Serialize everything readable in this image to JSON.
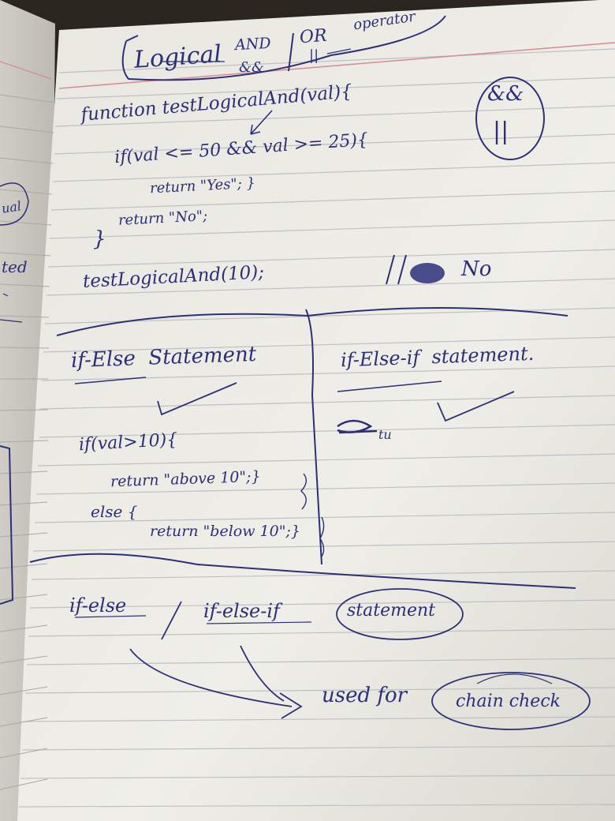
{
  "notebook": {
    "title": {
      "logical": "Logical",
      "and": "AND",
      "or": "OR",
      "operator": "operator",
      "and_symbol": "&&",
      "or_symbol": "||"
    },
    "side_circle": {
      "and_symbol": "&&",
      "or_symbol": "||"
    },
    "code_block_1": {
      "line1": "function testLogicalAnd(val){",
      "line2": "if(val <= 50 && val >= 25){",
      "line3": "return \"Yes\"; }",
      "line4": "return \"No\";",
      "line5": "}",
      "call": "testLogicalAnd(10);",
      "comment_slashes": "//",
      "comment_result": "No"
    },
    "left_section": {
      "heading": "if-Else  Statement",
      "line1": "if(val>10){",
      "line2": "return \"above 10\";}",
      "line3": "else {",
      "line4": "return \"below 10\";}"
    },
    "right_section": {
      "heading": "if-Else-if  statement.",
      "scribble_tail": "tu"
    },
    "bottom_section": {
      "if_else": "if-else",
      "slash": "/",
      "if_else_if": "if-else-if",
      "statement": "statement",
      "used_for": "used for",
      "chain_check": "chain check"
    },
    "left_page_fragments": {
      "frag1": "ual",
      "frag2": "ted"
    },
    "colors": {
      "ink": "#2c2f7a",
      "paper": "#ecebe4",
      "rule": "#b9bcc0",
      "margin_red": "#d98a90"
    }
  }
}
